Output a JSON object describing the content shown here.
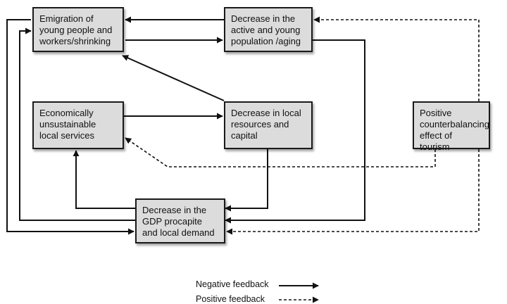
{
  "diagram": {
    "nodes": {
      "emigration": "Emigration of young people and workers/shrinking",
      "decrease_active": "Decrease in the active and young population /aging",
      "unsustainable": "Economically unsustainable local services",
      "decrease_resources": "Decrease in local resources and capital",
      "positive_tourism": "Positive counterbalancing effect of tourism",
      "decrease_gdp": "Decrease in the GDP procapite and local demand"
    },
    "edges": [
      {
        "from": "decrease_active",
        "to": "emigration",
        "type": "negative"
      },
      {
        "from": "emigration",
        "to": "decrease_active",
        "type": "negative"
      },
      {
        "from": "decrease_resources",
        "to": "emigration",
        "type": "negative"
      },
      {
        "from": "unsustainable",
        "to": "decrease_resources",
        "type": "negative"
      },
      {
        "from": "decrease_resources",
        "to": "decrease_gdp",
        "type": "negative"
      },
      {
        "from": "decrease_gdp",
        "to": "unsustainable",
        "type": "negative"
      },
      {
        "from": "decrease_gdp",
        "to": "emigration",
        "type": "negative"
      },
      {
        "from": "emigration",
        "to": "decrease_gdp",
        "type": "negative"
      },
      {
        "from": "decrease_active",
        "to": "decrease_gdp",
        "type": "negative"
      },
      {
        "from": "positive_tourism",
        "to": "decrease_active",
        "type": "positive"
      },
      {
        "from": "positive_tourism",
        "to": "unsustainable",
        "type": "positive"
      },
      {
        "from": "positive_tourism",
        "to": "decrease_gdp",
        "type": "positive"
      }
    ]
  },
  "legend": {
    "negative_label": "Negative feedback",
    "positive_label": "Positive feedback"
  }
}
